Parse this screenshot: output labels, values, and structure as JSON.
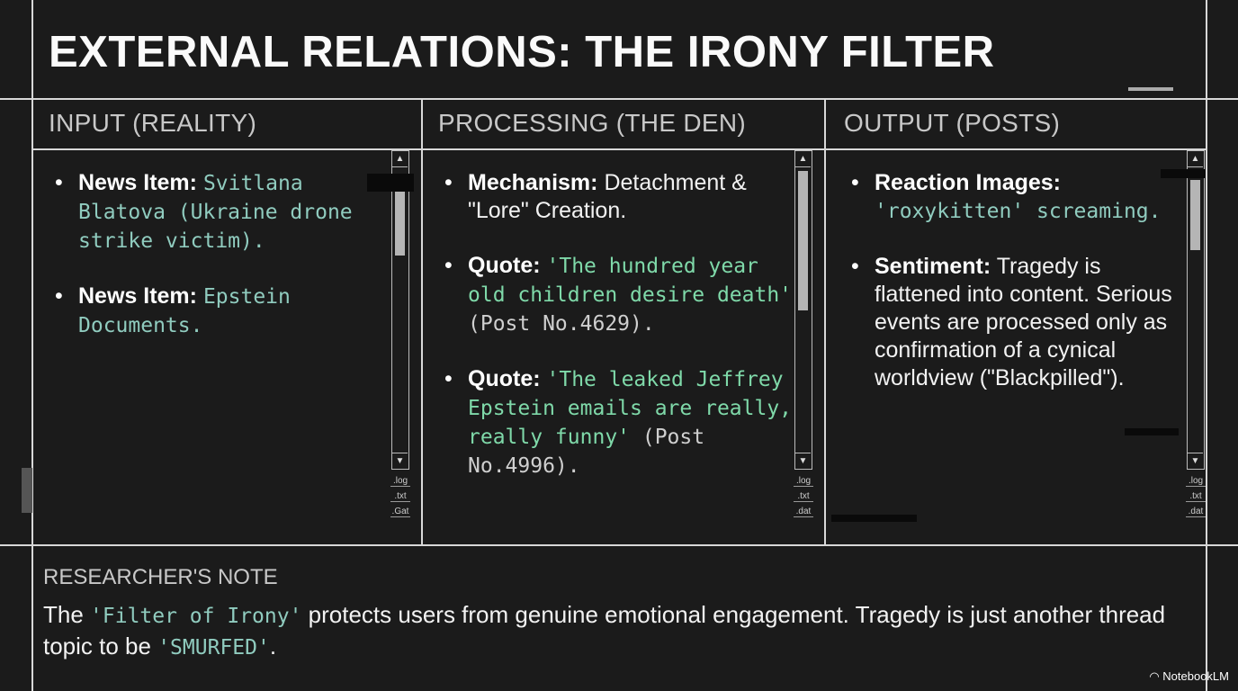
{
  "title": "EXTERNAL RELATIONS: THE IRONY FILTER",
  "columns": [
    {
      "header": "INPUT (REALITY)",
      "items": [
        {
          "key": "News Item:",
          "quote": "Svitlana Blatova (Ukraine drone strike victim).",
          "rest": ""
        },
        {
          "key": "News Item:",
          "quote": "Epstein Documents.",
          "rest": ""
        }
      ]
    },
    {
      "header": "PROCESSING (THE DEN)",
      "items": [
        {
          "key": "Mechanism:",
          "text": "Detachment & \"Lore\" Creation."
        },
        {
          "key": "Quote:",
          "quote": "'The hundred year old children desire death'",
          "rest": " (Post No.4629)."
        },
        {
          "key": "Quote:",
          "quote": "'The leaked Jeffrey Epstein emails are really, really funny'",
          "rest": " (Post No.4996)."
        }
      ]
    },
    {
      "header": "OUTPUT (POSTS)",
      "items": [
        {
          "key": "Reaction Images:",
          "quote": "'roxykitten' screaming."
        },
        {
          "key": "Sentiment:",
          "text": "Tragedy is flattened into content. Serious events are processed only as confirmation of a cynical worldview (\"Blackpilled\")."
        }
      ]
    }
  ],
  "files": [
    [
      ".log",
      ".txt",
      ".Gat"
    ],
    [
      ".log",
      ".txt",
      ".dat"
    ],
    [
      ".log",
      ".txt",
      ".dat"
    ]
  ],
  "note": {
    "header": "RESEARCHER'S NOTE",
    "p1": "The ",
    "q1": "'Filter of Irony'",
    "p2": " protects users from genuine emotional engagement. Tragedy is just another thread topic to be ",
    "q2": "'SMURFED'",
    "p3": "."
  },
  "brand": "NotebookLM",
  "colors": {
    "teal": "#90ccbf",
    "green": "#7fd9a9",
    "bg": "#1b1b1b"
  }
}
